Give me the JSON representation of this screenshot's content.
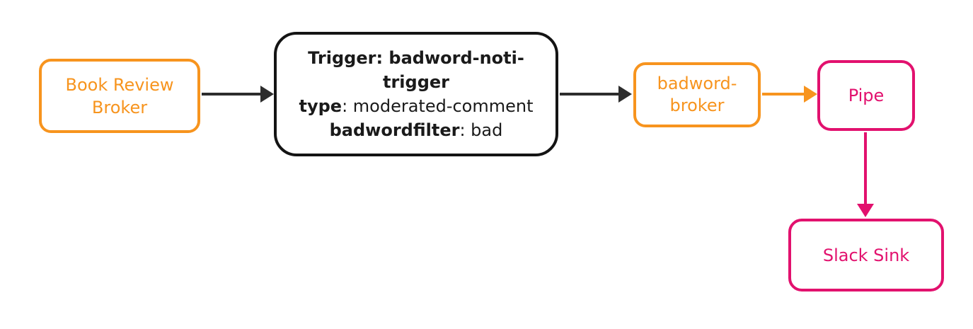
{
  "diagram": {
    "colors": {
      "orange": "#F7941E",
      "pink": "#E2116E",
      "black_border": "#141414",
      "arrow_dark": "#2D2D2D",
      "background": "#FFFFFF"
    },
    "nodes": {
      "book_review_broker": {
        "line1": "Book Review",
        "line2": "Broker"
      },
      "trigger": {
        "line1": "Trigger: badword-noti-trigger",
        "line2_key": "type",
        "line2_rest": ": moderated-comment",
        "line3_key": "badwordfilter",
        "line3_rest": ": bad"
      },
      "badword_broker": {
        "line1": "badword-",
        "line2": "broker"
      },
      "pipe": {
        "label": "Pipe"
      },
      "slack_sink": {
        "label": "Slack Sink"
      }
    },
    "edges": [
      {
        "from": "book_review_broker",
        "to": "trigger",
        "color": "#2D2D2D",
        "direction": "right"
      },
      {
        "from": "trigger",
        "to": "badword_broker",
        "color": "#2D2D2D",
        "direction": "right"
      },
      {
        "from": "badword_broker",
        "to": "pipe",
        "color": "#F7941E",
        "direction": "right"
      },
      {
        "from": "pipe",
        "to": "slack_sink",
        "color": "#E2116E",
        "direction": "down"
      }
    ]
  }
}
